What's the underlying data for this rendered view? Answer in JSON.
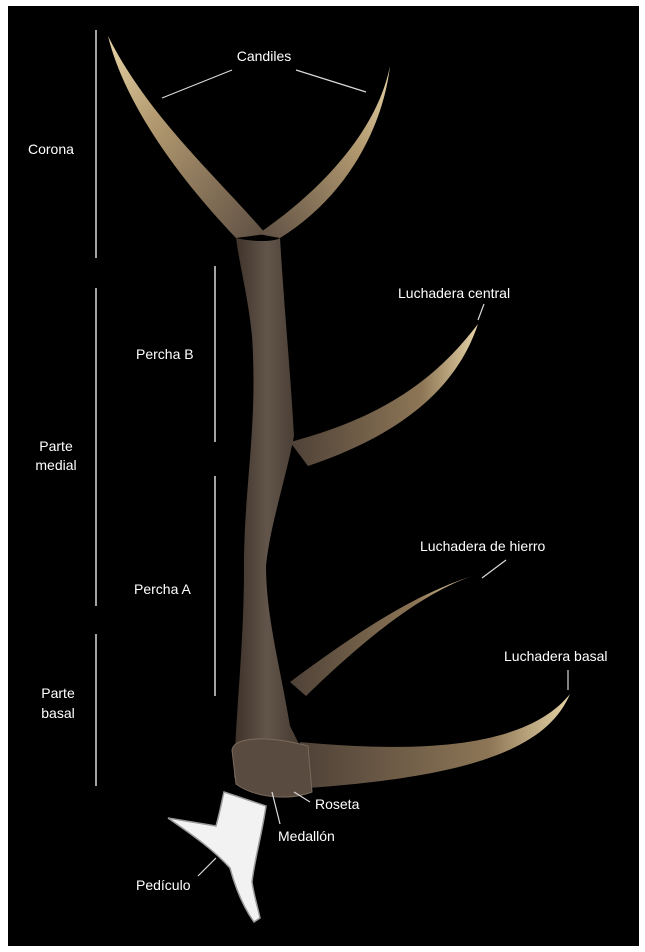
{
  "labels": {
    "candiles": "Candiles",
    "corona": "Corona",
    "percha_b": "Percha B",
    "parte_medial_1": "Parte",
    "parte_medial_2": "medial",
    "percha_a": "Percha A",
    "parte_basal_1": "Parte",
    "parte_basal_2": "basal",
    "luchadera_central": "Luchadera central",
    "luchadera_hierro": "Luchadera de hierro",
    "luchadera_basal": "Luchadera basal",
    "roseta": "Roseta",
    "medallon": "Medallón",
    "pediculo": "Pedículo"
  },
  "colors": {
    "background": "#000000",
    "antler": "#5e4f43",
    "antler_dark": "#3d3129",
    "tip": "#d8c49a",
    "line": "#d9d9d9",
    "pedicle": "#f2f2f2"
  }
}
